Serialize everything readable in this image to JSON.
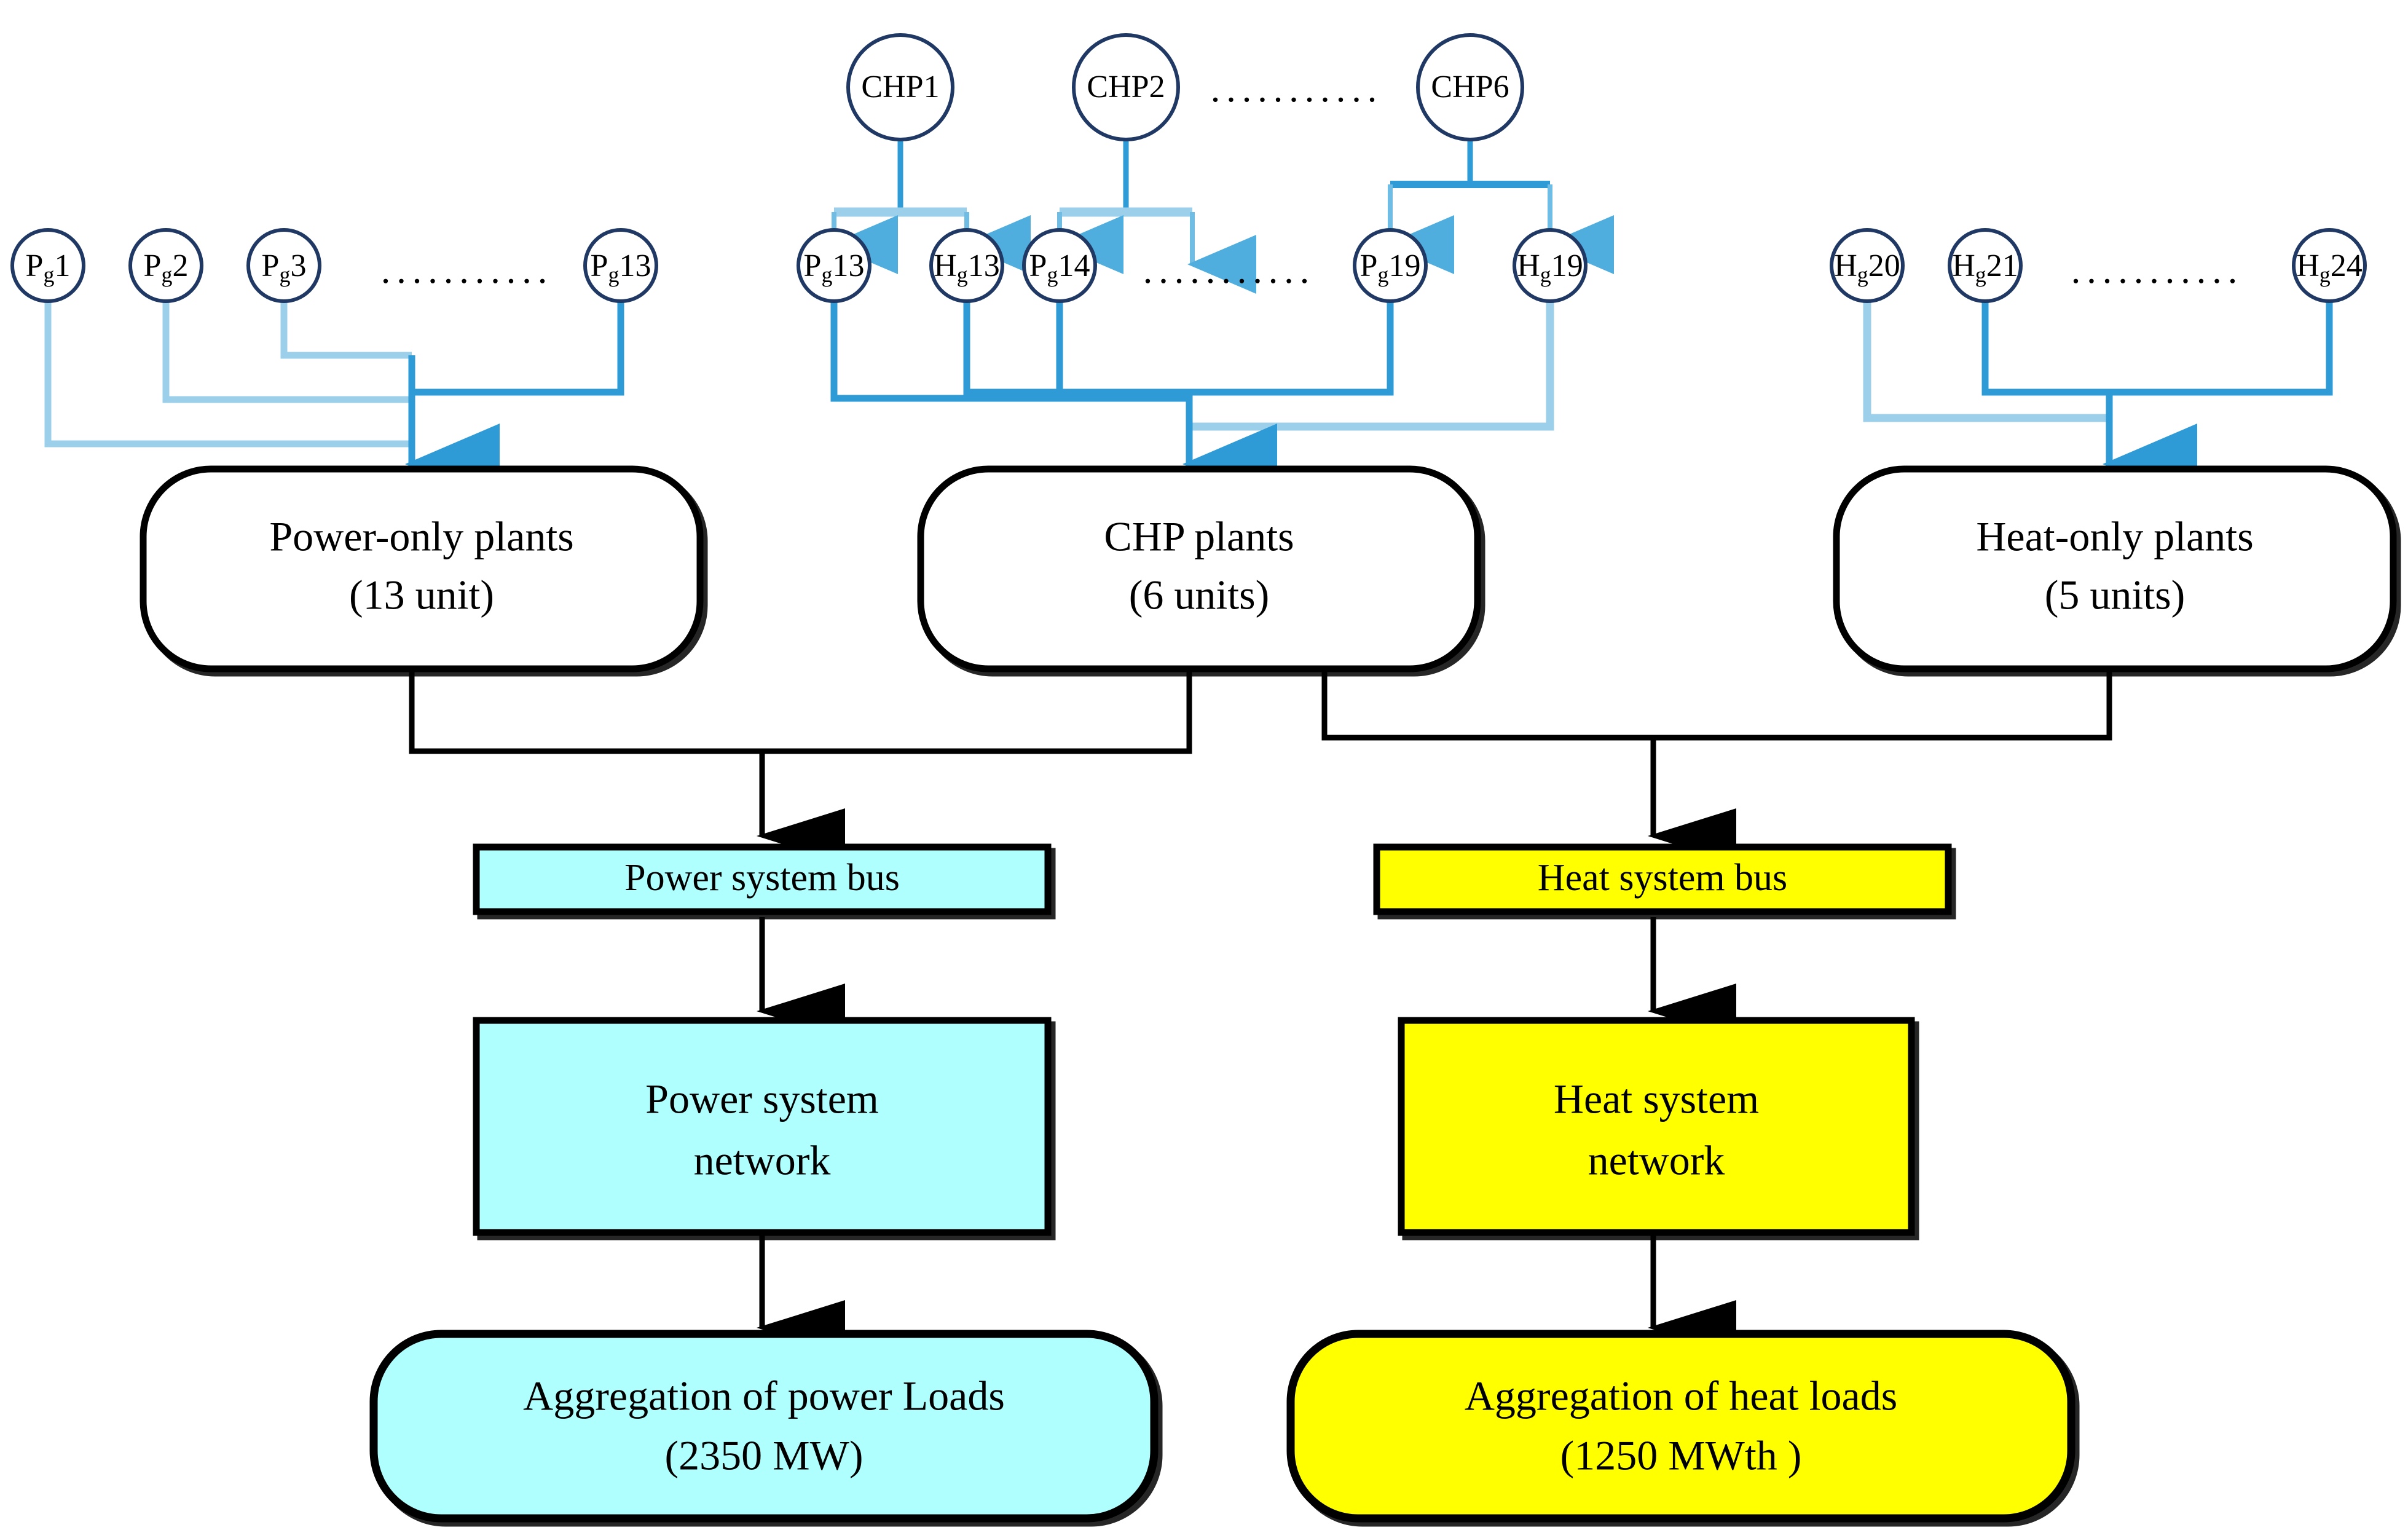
{
  "diagram": {
    "title": "Integrated power and heat system schematic",
    "colors": {
      "circle_stroke": "#1F3864",
      "link_blue": "#2E9BD6",
      "link_blue_light": "#9CCFEA",
      "black": "#000000",
      "power_cyan": "#AFFFFF",
      "heat_yellow": "#FFFF00"
    },
    "ellipsis": "...........",
    "generators": {
      "power_only": [
        {
          "id": "pg1",
          "prefix": "P",
          "sub": "g",
          "num": "1"
        },
        {
          "id": "pg2",
          "prefix": "P",
          "sub": "g",
          "num": "2"
        },
        {
          "id": "pg3",
          "prefix": "P",
          "sub": "g",
          "num": "3"
        },
        {
          "id": "pg13",
          "prefix": "P",
          "sub": "g",
          "num": "13"
        }
      ],
      "chp_outputs": [
        {
          "id": "pg13c",
          "prefix": "P",
          "sub": "g",
          "num": "13"
        },
        {
          "id": "hg13",
          "prefix": "H",
          "sub": "g",
          "num": "13"
        },
        {
          "id": "pg14",
          "prefix": "P",
          "sub": "g",
          "num": "14"
        },
        {
          "id": "pg19",
          "prefix": "P",
          "sub": "g",
          "num": "19"
        },
        {
          "id": "hg19",
          "prefix": "H",
          "sub": "g",
          "num": "19"
        }
      ],
      "heat_only": [
        {
          "id": "hg20",
          "prefix": "H",
          "sub": "g",
          "num": "20"
        },
        {
          "id": "hg21",
          "prefix": "H",
          "sub": "g",
          "num": "21"
        },
        {
          "id": "hg24",
          "prefix": "H",
          "sub": "g",
          "num": "24"
        }
      ]
    },
    "chp_units": [
      {
        "id": "chp1",
        "label": "CHP1"
      },
      {
        "id": "chp2",
        "label": "CHP2"
      },
      {
        "id": "chp6",
        "label": "CHP6"
      }
    ],
    "plants": [
      {
        "id": "power-only-plants",
        "line1": "Power-only plants",
        "line2": "(13 unit)"
      },
      {
        "id": "chp-plants",
        "line1": "CHP plants",
        "line2": "(6 units)"
      },
      {
        "id": "heat-only-plants",
        "line1": "Heat-only plants",
        "line2": "(5 units)"
      }
    ],
    "buses": [
      {
        "id": "power-system-bus",
        "label": "Power system bus"
      },
      {
        "id": "heat-system-bus",
        "label": "Heat system bus"
      }
    ],
    "networks": [
      {
        "id": "power-system-network",
        "line1": "Power system",
        "line2": "network"
      },
      {
        "id": "heat-system-network",
        "line1": "Heat system",
        "line2": "network"
      }
    ],
    "loads": [
      {
        "id": "aggregation-power-loads",
        "line1": "Aggregation of power Loads",
        "line2": "(2350 MW)"
      },
      {
        "id": "aggregation-heat-loads",
        "line1": "Aggregation of heat loads",
        "line2": "(1250 MWth )"
      }
    ]
  }
}
